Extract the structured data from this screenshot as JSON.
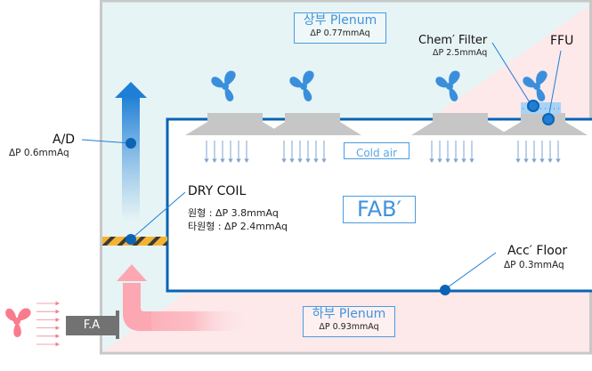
{
  "colors": {
    "upper_zone": "#e7f4f5",
    "lower_zone": "#fde8ea",
    "frame": "#c8c8c8",
    "wall": "#0a63b3",
    "label_blue": "#3f93dc",
    "fan_blue": "#3a8fdc",
    "fan_pink": "#f97c8c",
    "diffuser_gray": "#c6c6c6",
    "coil_stripe_a": "#f4b432",
    "coil_stripe_b": "#3a3a3a",
    "dot": "#0b63b5"
  },
  "upper_plenum": {
    "title": "상부 Plenum",
    "dp": "ΔP 0.77mmAq"
  },
  "lower_plenum": {
    "title": "하부 Plenum",
    "dp": "ΔP 0.93mmAq"
  },
  "fab": {
    "title": "FAB′"
  },
  "cold_air": {
    "label": "Cold air"
  },
  "chem_filter": {
    "title": "Chem′ Filter",
    "dp": "ΔP 2.5mmAq"
  },
  "ffu": {
    "title": "FFU"
  },
  "ad": {
    "title": "A/D",
    "dp": "ΔP 0.6mmAq"
  },
  "dry_coil": {
    "title": "DRY COIL",
    "round": "원형 : ΔP 3.8mmAq",
    "oval": "타원형 : ΔP 2.4mmAq"
  },
  "acc_floor": {
    "title": "Acc′ Floor",
    "dp": "ΔP 0.3mmAq"
  },
  "fresh_air": {
    "label": "F.A"
  },
  "icons": {
    "fan": "fan-icon",
    "arrow_up": "arrow-up-icon",
    "arrow_down": "arrow-down-icon"
  }
}
